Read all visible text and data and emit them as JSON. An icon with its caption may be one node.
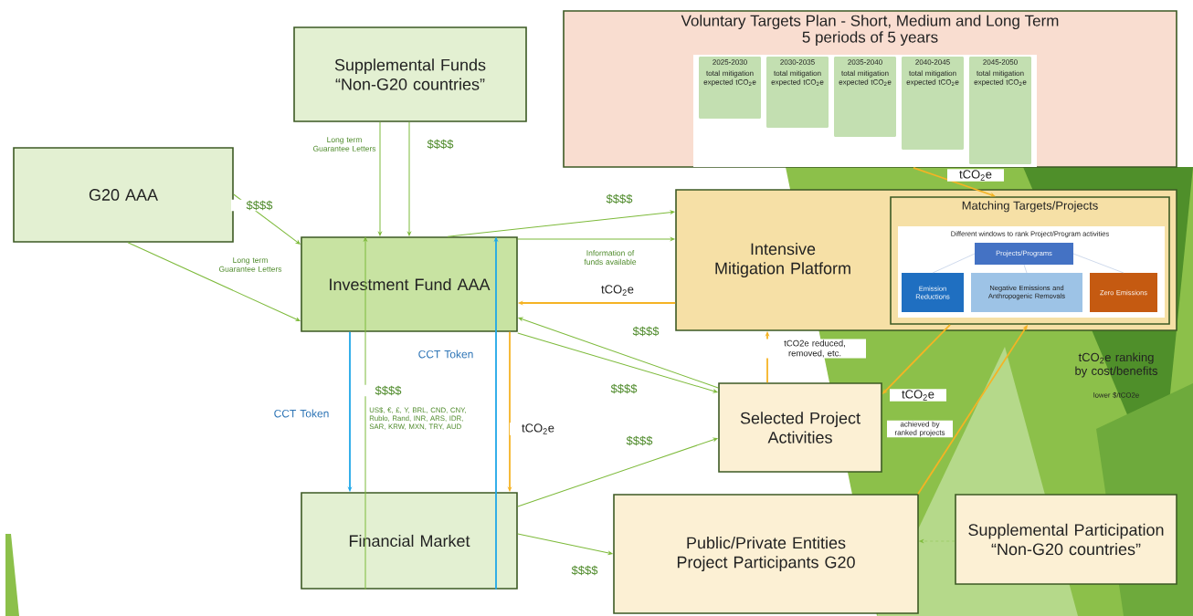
{
  "diagram": {
    "nodes": [
      {
        "text": [
          "Voluntary Targets Plan - Short, Medium and Long Term",
          "5 periods of 5 years"
        ]
      },
      {
        "text": [
          "2025-2030",
          "total mitigation expected tCO$_{2}$e"
        ],
        "in": 0
      },
      {
        "text": [
          "2030-2035",
          "total mitigation expected tCO$_{2}$e"
        ],
        "in": 0
      },
      {
        "text": [
          "2035-2040",
          "total mitigation expected tCO$_{2}$e"
        ],
        "in": 0
      },
      {
        "text": [
          "2040-2045",
          "total mitigation expected tCO$_{2}$e"
        ],
        "in": 0
      },
      {
        "text": [
          "2045-2050",
          "total mitigation expected tCO$_{2}$e"
        ],
        "in": 0
      },
      {
        "text": [
          "Supplemental Funds “Non-G20 countries”"
        ]
      },
      {
        "text": [
          "G20 AAA"
        ]
      },
      {
        "text": [
          "Investment Fund AAA"
        ]
      },
      {
        "text": [
          "Intensive Mitigation Platform"
        ]
      },
      {
        "text": [
          "Matching Targets/Projects",
          "Different windows to rank Project/Program activities"
        ],
        "in": 9
      },
      {
        "text": [
          "Projects/Programs"
        ],
        "in": 10
      },
      {
        "text": [
          "Emission Reductions"
        ],
        "in": 10
      },
      {
        "text": [
          "Negative Emissions and Anthropogenic Removals"
        ],
        "in": 10
      },
      {
        "text": [
          "Zero Emissions"
        ],
        "in": 10
      },
      {
        "text": [
          "Selected Project Activities"
        ]
      },
      {
        "text": [
          "Financial Market"
        ]
      },
      {
        "text": [
          "Public/Private Entities Project Participants G20"
        ]
      },
      {
        "text": [
          "Supplemental Participation “Non-G20 countries”"
        ]
      }
    ],
    "edges": [
      {
        "from": 6,
        "to": 8,
        "arrow": "to",
        "label": "Long term Guarantee Letters"
      },
      {
        "from": 6,
        "to": 8,
        "arrow": "to",
        "label": "$$$$"
      },
      {
        "from": 7,
        "to": 8,
        "arrow": "to",
        "label": "$$$$"
      },
      {
        "from": 7,
        "to": 8,
        "arrow": "to",
        "label": "Long term Guarantee Letters"
      },
      {
        "from": 8,
        "to": 9,
        "arrow": "to",
        "label": "$$$$"
      },
      {
        "from": 8,
        "to": 9,
        "arrow": "to",
        "label": "Information of funds available"
      },
      {
        "from": 9,
        "to": 8,
        "arrow": "to",
        "label": "tCO$_{2}$e",
        "color": "#f5b324"
      },
      {
        "from": 15,
        "to": 8,
        "arrow": "to",
        "label": "$$$$"
      },
      {
        "from": 8,
        "to": 15,
        "arrow": "to",
        "label": "$$$$"
      },
      {
        "from": 8,
        "to": 16,
        "arrow": "to",
        "label": "CCT Token",
        "color": "#1ea7e8"
      },
      {
        "from": 16,
        "to": 8,
        "arrow": "to",
        "label": "$$$$"
      },
      {
        "from": 16,
        "to": 8,
        "arrow": "to",
        "label": "CCT Token",
        "color": "#1ea7e8"
      },
      {
        "from": 8,
        "to": 16,
        "arrow": "to",
        "label": "tCO$_{2}$e",
        "color": "#f5b324"
      },
      {
        "from": 16,
        "to": 15,
        "arrow": "to",
        "label": "$$$$"
      },
      {
        "from": 16,
        "to": 17,
        "arrow": "to",
        "label": "$$$$"
      },
      {
        "from": 15,
        "to": 9,
        "arrow": "to",
        "label": "tCO2e reduced, removed, etc.",
        "color": "#f5b324"
      },
      {
        "from": 10,
        "to": 15,
        "arrow": "to",
        "label": "tCO$_{2}$e",
        "color": "#f5b324"
      },
      {
        "from": 17,
        "to": 10,
        "arrow": "to",
        "color": "#f5b324"
      },
      {
        "from": 0,
        "to": 10,
        "arrow": "to",
        "label": "tCO$_{2}$e",
        "color": "#f5b324"
      },
      {
        "from": 18,
        "to": 17,
        "arrow": "to",
        "style": "dashed"
      },
      {
        "from": 11,
        "to": 12,
        "arrow": "none",
        "color": "#9fb4d8"
      },
      {
        "from": 11,
        "to": 13,
        "arrow": "none",
        "color": "#9fb4d8"
      },
      {
        "from": 11,
        "to": 14,
        "arrow": "none",
        "color": "#9fb4d8"
      }
    ],
    "labels": [
      "US$, €, £, Y, BRL, CND, CNY, Rublo, Rand, INR, ARS, IDR, SAR, KRW, MXN, TRY, AUD",
      "achieved by ranked projects",
      "tCO$_{2}$e ranking by cost/benefits",
      "lower $/tCO2e"
    ]
  }
}
